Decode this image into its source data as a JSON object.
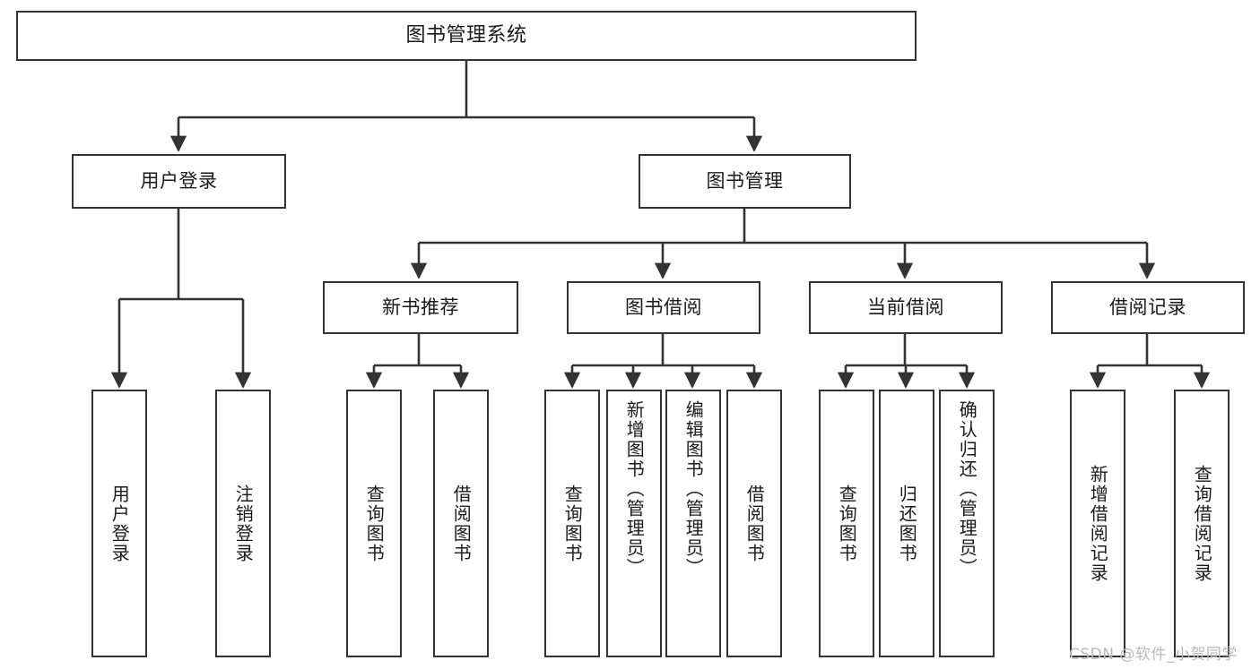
{
  "diagram": {
    "title": "图书管理系统",
    "type": "tree",
    "stroke_color": "#333333",
    "fill_color": "#ffffff",
    "text_color": "#1a1a1a"
  },
  "nodes": {
    "root": {
      "label": "图书管理系统"
    },
    "level2": [
      {
        "id": "user-login",
        "label": "用户登录"
      },
      {
        "id": "book-manage",
        "label": "图书管理"
      }
    ],
    "level3": [
      {
        "id": "new-book-recommend",
        "label": "新书推荐"
      },
      {
        "id": "book-borrow",
        "label": "图书借阅"
      },
      {
        "id": "current-borrow",
        "label": "当前借阅"
      },
      {
        "id": "borrow-record",
        "label": "借阅记录"
      }
    ],
    "leaves": {
      "user_login": [
        {
          "id": "leaf-user-login",
          "label": "用户登录"
        },
        {
          "id": "leaf-logout-login",
          "label": "注销登录"
        }
      ],
      "new_book_recommend": [
        {
          "id": "leaf-query-book-1",
          "label": "查询图书"
        },
        {
          "id": "leaf-borrow-book-1",
          "label": "借阅图书"
        }
      ],
      "book_borrow": [
        {
          "id": "leaf-query-book-2",
          "label": "查询图书"
        },
        {
          "id": "leaf-add-book",
          "label": "新增图书（管理员）"
        },
        {
          "id": "leaf-edit-book",
          "label": "编辑图书（管理员）"
        },
        {
          "id": "leaf-borrow-book-2",
          "label": "借阅图书"
        }
      ],
      "current_borrow": [
        {
          "id": "leaf-query-book-3",
          "label": "查询图书"
        },
        {
          "id": "leaf-return-book",
          "label": "归还图书"
        },
        {
          "id": "leaf-confirm-return",
          "label": "确认归还（管理员）"
        }
      ],
      "borrow_record": [
        {
          "id": "leaf-add-borrow-record",
          "label": "新增借阅记录"
        },
        {
          "id": "leaf-query-borrow-record",
          "label": "查询借阅记录"
        }
      ]
    }
  },
  "watermark": {
    "text": "CSDN @软件_小贺同学"
  }
}
